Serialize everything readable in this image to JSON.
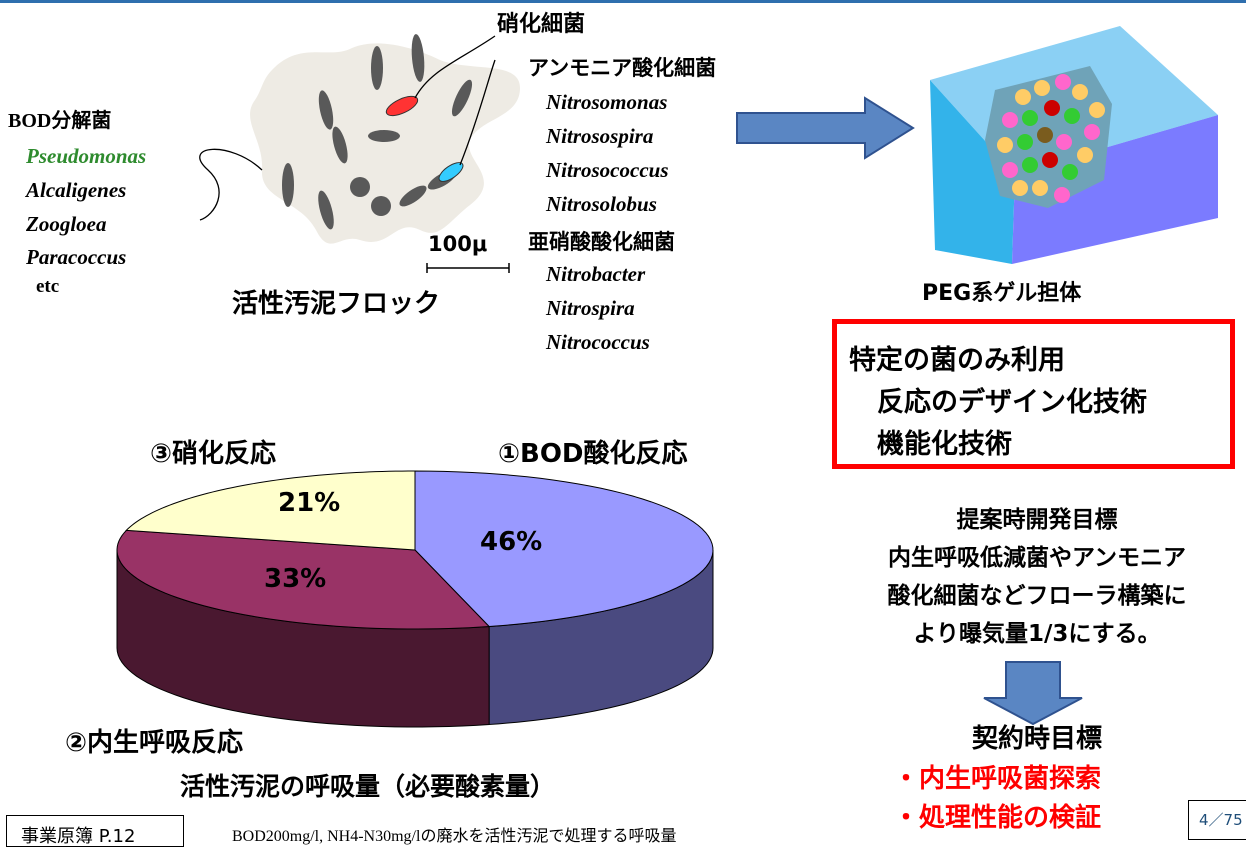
{
  "floc": {
    "nitrifier_title": "硝化細菌",
    "ammonia_title": "アンモニア酸化細菌",
    "ammonia_list": [
      "Nitrosomonas",
      "Nitrosospira",
      "Nitrosococcus",
      "Nitrosolobus"
    ],
    "nitrite_title": "亜硝酸酸化細菌",
    "nitrite_list": [
      "Nitrobacter",
      "Nitrospira",
      "Nitrococcus"
    ],
    "bod_title": "BOD分解菌",
    "bod_list": [
      "Pseudomonas",
      "Alcaligenes",
      "Zoogloea",
      "Paracoccus",
      "etc"
    ],
    "scale_label": "100μ",
    "floc_label": "活性汚泥フロック"
  },
  "gel": {
    "label": "PEG系ゲル担体"
  },
  "goal_box": {
    "lines": [
      "特定の菌のみ利用",
      "反応のデザイン化技術",
      "機能化技術"
    ]
  },
  "proposal": {
    "lines": [
      "提案時開発目標",
      "内生呼吸低減菌やアンモニア",
      "酸化細菌などフローラ構築に",
      "より曝気量1/3にする。"
    ]
  },
  "contract": {
    "title": "契約時目標",
    "items": [
      "・内生呼吸菌探索",
      "・処理性能の検証"
    ]
  },
  "pie": {
    "label_bod": "①BOD酸化反応",
    "label_nitr": "③硝化反応",
    "label_endo": "②内生呼吸反応",
    "caption": "活性汚泥の呼吸量（必要酸素量）"
  },
  "chart_data": {
    "type": "pie",
    "categories": [
      "①BOD酸化反応",
      "②内生呼吸反応",
      "③硝化反応"
    ],
    "values": [
      46,
      33,
      21
    ],
    "value_labels": [
      "46%",
      "33%",
      "21%"
    ],
    "colors": [
      "#9999ff",
      "#993366",
      "#ffffcc"
    ],
    "side_colors": [
      "#4a4a80",
      "#4a1830",
      "#808066"
    ]
  },
  "footer": {
    "source_label": "事業原簿 P.12",
    "note": "BOD200mg/l, NH4-N30mg/lの廃水を活性汚泥で処理する呼吸量",
    "page": "4／75"
  }
}
